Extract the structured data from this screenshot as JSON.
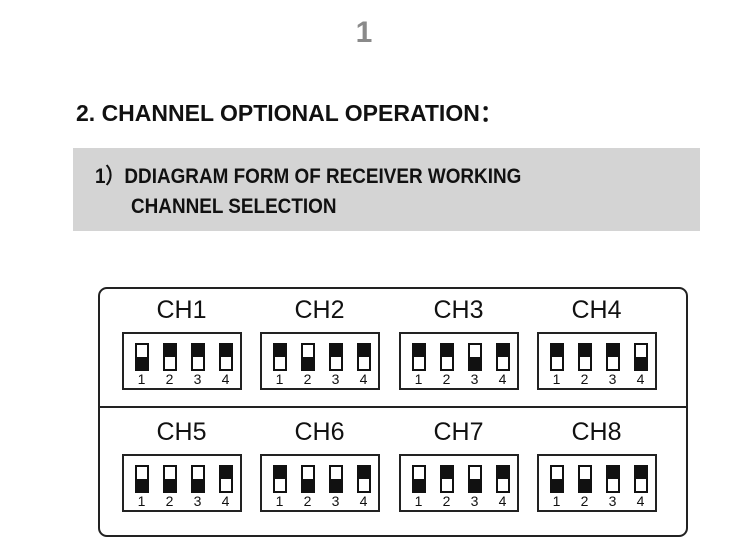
{
  "page": {
    "number": "1"
  },
  "section": {
    "heading": "2. CHANNEL OPTIONAL OPERATION："
  },
  "subsection": {
    "line1": "1）DDIAGRAM FORM OF RECEIVER WORKING",
    "line2": "CHANNEL SELECTION"
  },
  "channels": [
    {
      "label": "CH1",
      "switches": [
        {
          "num": "1",
          "pos": "down"
        },
        {
          "num": "2",
          "pos": "up"
        },
        {
          "num": "3",
          "pos": "up"
        },
        {
          "num": "4",
          "pos": "up"
        }
      ]
    },
    {
      "label": "CH2",
      "switches": [
        {
          "num": "1",
          "pos": "up"
        },
        {
          "num": "2",
          "pos": "down"
        },
        {
          "num": "3",
          "pos": "up"
        },
        {
          "num": "4",
          "pos": "up"
        }
      ]
    },
    {
      "label": "CH3",
      "switches": [
        {
          "num": "1",
          "pos": "up"
        },
        {
          "num": "2",
          "pos": "up"
        },
        {
          "num": "3",
          "pos": "down"
        },
        {
          "num": "4",
          "pos": "up"
        }
      ]
    },
    {
      "label": "CH4",
      "switches": [
        {
          "num": "1",
          "pos": "up"
        },
        {
          "num": "2",
          "pos": "up"
        },
        {
          "num": "3",
          "pos": "up"
        },
        {
          "num": "4",
          "pos": "down"
        }
      ]
    },
    {
      "label": "CH5",
      "switches": [
        {
          "num": "1",
          "pos": "down"
        },
        {
          "num": "2",
          "pos": "down"
        },
        {
          "num": "3",
          "pos": "down"
        },
        {
          "num": "4",
          "pos": "up"
        }
      ]
    },
    {
      "label": "CH6",
      "switches": [
        {
          "num": "1",
          "pos": "up"
        },
        {
          "num": "2",
          "pos": "down"
        },
        {
          "num": "3",
          "pos": "down"
        },
        {
          "num": "4",
          "pos": "up"
        }
      ]
    },
    {
      "label": "CH7",
      "switches": [
        {
          "num": "1",
          "pos": "down"
        },
        {
          "num": "2",
          "pos": "up"
        },
        {
          "num": "3",
          "pos": "down"
        },
        {
          "num": "4",
          "pos": "up"
        }
      ]
    },
    {
      "label": "CH8",
      "switches": [
        {
          "num": "1",
          "pos": "down"
        },
        {
          "num": "2",
          "pos": "down"
        },
        {
          "num": "3",
          "pos": "up"
        },
        {
          "num": "4",
          "pos": "up"
        }
      ]
    }
  ]
}
